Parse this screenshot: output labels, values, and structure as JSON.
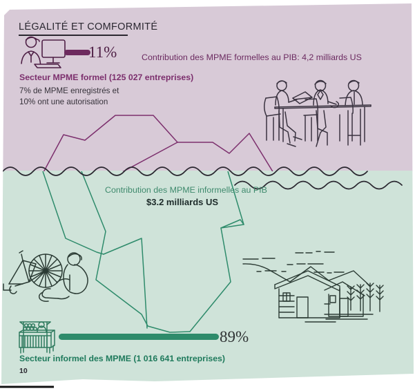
{
  "page": {
    "number": "10",
    "background_top": "#d8cad7",
    "background_bottom": "#cfe3d9",
    "accent_purple": "#7c2f6d",
    "accent_green": "#2e8b6b"
  },
  "header": {
    "title": "LÉGALITÉ ET COMFORMITÉ"
  },
  "formal": {
    "icon": "office-worker-computer-icon",
    "percent": "11%",
    "bar_color": "#6d2a5e",
    "bar_percent": 11,
    "gdp_contribution": "Contribution des MPME formelles au PIB: 4,2 milliards US",
    "sector_label": "Secteur MPME formel (125 027 entreprises)",
    "note_line_1": "7% de MPME enregistrés et",
    "note_line_2": "10% ont une autorisation",
    "illustration": "three-people-meeting-table-icon"
  },
  "informal": {
    "icon": "market-stall-vendor-icon",
    "percent": "89%",
    "bar_color": "#2e8b6b",
    "bar_percent": 89,
    "gdp_contribution": "Contribution des MPME informelles au PIB",
    "gdp_value": "$3.2 milliards US",
    "sector_label": "Secteur informel des MPME (1 016 641 entreprises)",
    "illustration_left": "bicycle-repair-person-icon",
    "illustration_right": "rural-houses-mountains-icon"
  },
  "graphic": {
    "type": "iceberg-metaphor",
    "waterline_label": "water-surface-wave",
    "above_water_share": "11%",
    "below_water_share": "89%"
  }
}
